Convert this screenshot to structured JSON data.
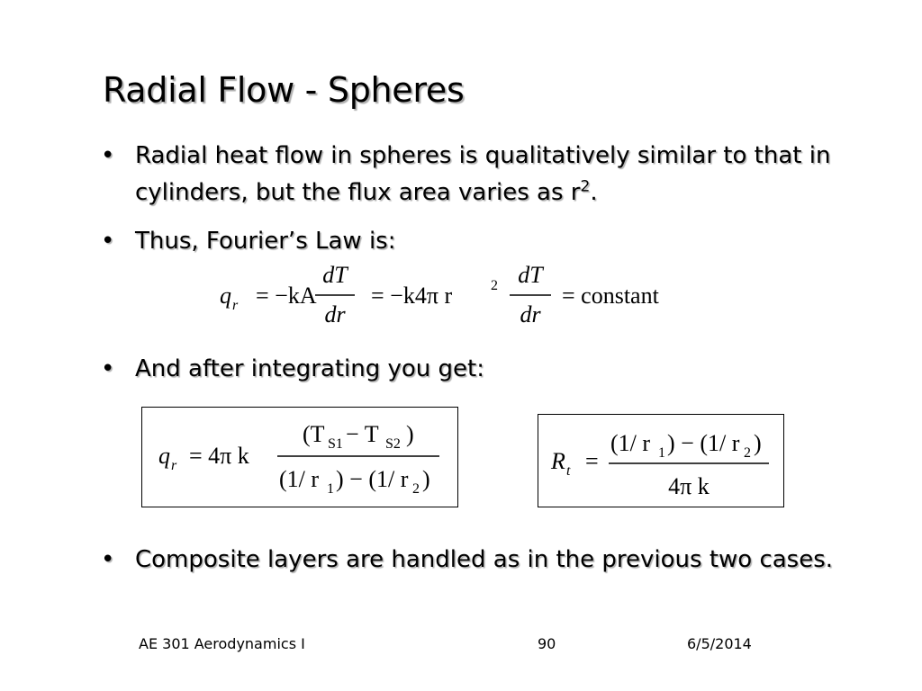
{
  "slide": {
    "title": "Radial Flow - Spheres",
    "bullets": [
      {
        "marker": "•",
        "text_prefix": "Radial heat flow in spheres is qualitatively similar to that in cylinders, but the flux area varies as r",
        "superscript": "2",
        "text_suffix": "."
      },
      {
        "marker": "•",
        "text": "Thus, Fourier’s Law is:"
      },
      {
        "marker": "•",
        "text": "And after integrating you get:"
      },
      {
        "marker": "•",
        "text": "Composite layers are handled as in the previous two cases."
      }
    ],
    "equations": {
      "fourier": {
        "q": "q",
        "q_sub": "r",
        "eq1": "= −kA",
        "frac1_num": "dT",
        "frac1_den": "dr",
        "eq2": "= −k4π r",
        "r_sup": "2",
        "frac2_num": "dT",
        "frac2_den": "dr",
        "eq3": "= constant"
      },
      "heat_rate": {
        "lhs": "q",
        "lhs_sub": "r",
        "mid": "= 4π k",
        "num": "(T",
        "num_sub1": "S1",
        "num_mid": " − T",
        "num_sub2": "S2",
        "num_end": ")",
        "den_a": "(1/ r",
        "den_sub1": "1",
        "den_mid": ") − (1/ r",
        "den_sub2": "2",
        "den_end": ")"
      },
      "resistance": {
        "lhs": "R",
        "lhs_sub": "t",
        "eq": "=",
        "num_a": "(1/ r",
        "num_sub1": "1",
        "num_mid": ") − (1/ r",
        "num_sub2": "2",
        "num_end": ")",
        "den": "4π k"
      }
    },
    "footer": {
      "course": "AE 301 Aerodynamics I",
      "page_number": "90",
      "date": "6/5/2014"
    }
  }
}
